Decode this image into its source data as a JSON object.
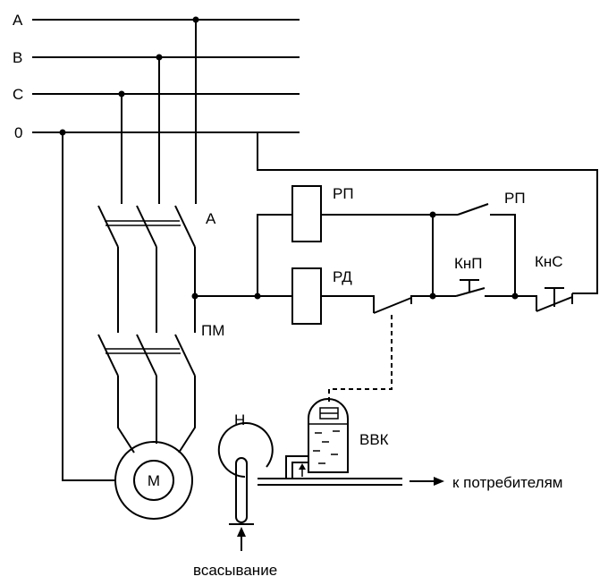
{
  "phases": {
    "a": "A",
    "b": "B",
    "c": "C",
    "n": "0"
  },
  "labels": {
    "breaker_a": "A",
    "magnetic_starter": "ПМ",
    "motor": "М",
    "pump": "Н",
    "relay_coil_rp": "РП",
    "relay_contact_rp": "РП",
    "pressure_relay": "РД",
    "start_button": "КнП",
    "stop_button": "КнС",
    "tank": "ВВК",
    "consumers": "к потребителям",
    "suction": "всасывание"
  },
  "colors": {
    "line": "#000000",
    "background": "#ffffff"
  }
}
